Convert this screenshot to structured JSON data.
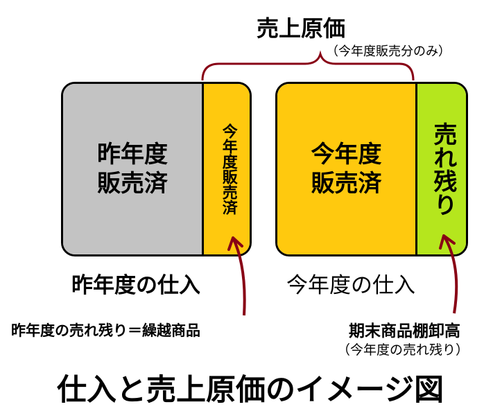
{
  "labels": {
    "cogs_title": "売上原価",
    "cogs_note": "（今年度販売分のみ）",
    "prev_sold": "昨年度\n販売済",
    "prev_carry_sold": "今年度販売済",
    "curr_sold": "今年度\n販売済",
    "curr_unsold": "売れ残り",
    "prev_purchase": "昨年度の仕入",
    "curr_purchase": "今年度の仕入",
    "carryover_note": "昨年度の売れ残り＝繰越商品",
    "ending_inventory": "期末商品棚卸高",
    "ending_inventory_note": "（今年度の売れ残り）",
    "diagram_title": "仕入と売上原価のイメージ図"
  },
  "colors": {
    "gray": "#c3c3c3",
    "yellow": "#ffc90e",
    "green": "#b5e61d",
    "arrow": "#880015",
    "border": "#000000"
  },
  "icons": {
    "bracket": "curly-bracket-icon",
    "left_arrow": "curved-arrow-icon",
    "right_arrow": "curved-arrow-icon"
  }
}
